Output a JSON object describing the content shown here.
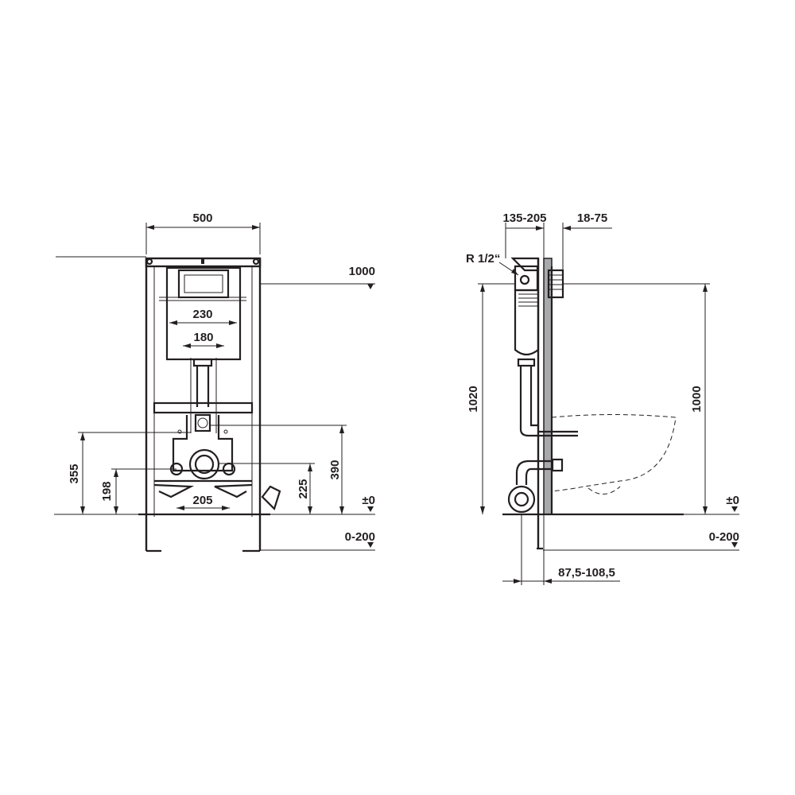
{
  "front_view": {
    "width_label": "500",
    "height_label": "1000",
    "inner_width_label": "230",
    "inner_width2_label": "180",
    "bottom_width_label": "205",
    "left_dim1_label": "355",
    "left_dim2_label": "198",
    "right_dim1_label": "225",
    "right_dim2_label": "390",
    "zero_label": "±0",
    "range_label": "0-200"
  },
  "side_view": {
    "depth_label": "135-205",
    "wall_label": "18-75",
    "thread_label": "R 1/2“",
    "total_height_label": "1020",
    "height_label": "1000",
    "zero_label": "±0",
    "range_label": "0-200",
    "bottom_label": "87,5-108,5"
  },
  "colors": {
    "line": "#231f20",
    "wall": "#a7a9ac"
  }
}
